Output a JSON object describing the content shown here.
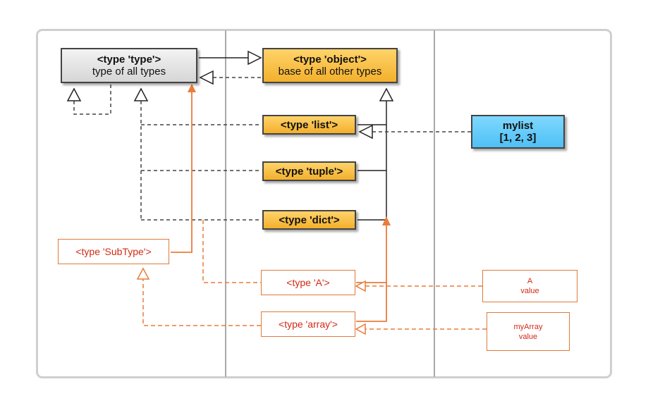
{
  "boxes": {
    "type_type": {
      "title": "<type 'type'>",
      "subtitle": "type of all types"
    },
    "type_object": {
      "title": "<type 'object'>",
      "subtitle": "base of all other types"
    },
    "type_list": {
      "title": "<type 'list'>"
    },
    "type_tuple": {
      "title": "<type 'tuple'>"
    },
    "type_dict": {
      "title": "<type 'dict'>"
    },
    "mylist": {
      "title": "mylist",
      "value": "[1, 2, 3]"
    },
    "subtype": {
      "title": "<type 'SubType'>"
    },
    "type_a": {
      "title": "<type 'A'>"
    },
    "type_array": {
      "title": "<type 'array'>"
    },
    "a_value": {
      "line1": "A",
      "line2": "value"
    },
    "myarray_value": {
      "line1": "myArray",
      "line2": "value"
    }
  },
  "colors": {
    "type_box": "#dcdcdc",
    "builtin_type_box": "#f7b733",
    "instance_box": "#5cc8f7",
    "added_outline": "#e07a3a",
    "added_text": "#d22a14",
    "frame": "#cfcfcf"
  }
}
